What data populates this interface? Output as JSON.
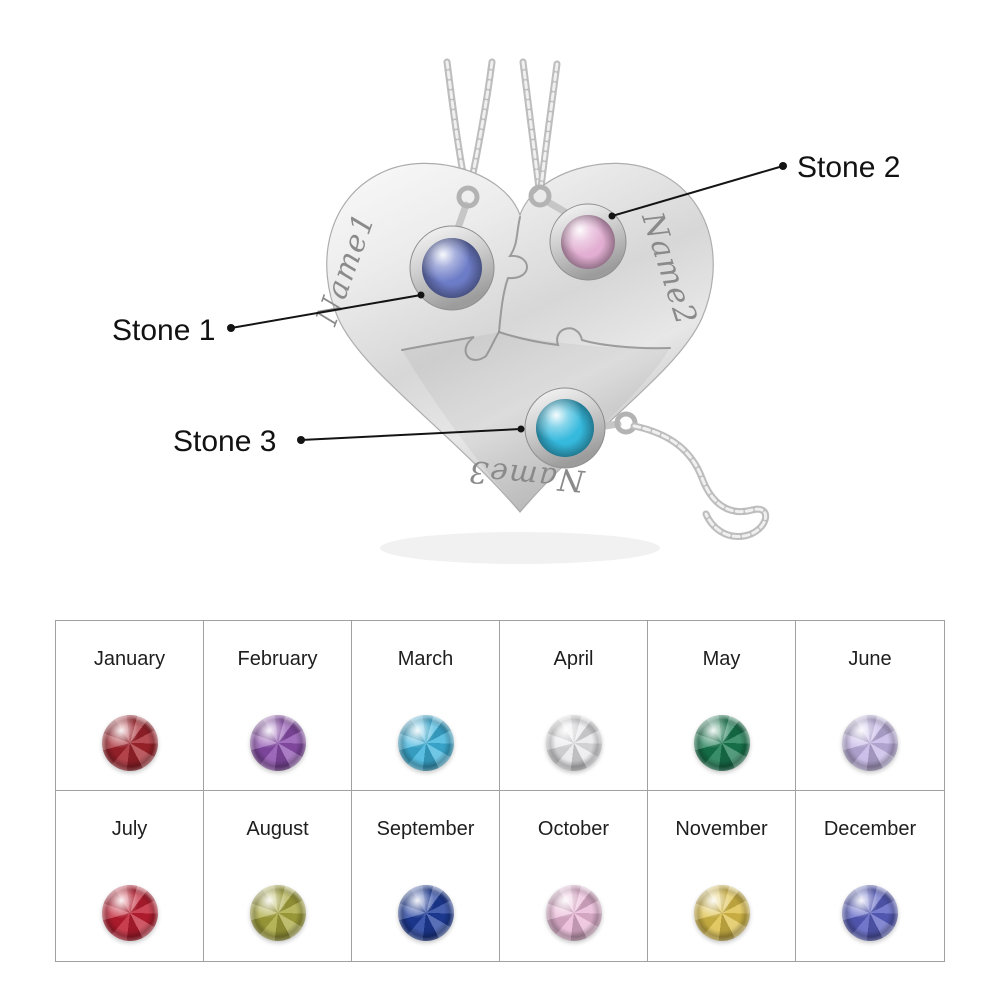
{
  "annotations": {
    "stone1": "Stone 1",
    "stone2": "Stone 2",
    "stone3": "Stone 3"
  },
  "pendant": {
    "engravings": [
      "Name1",
      "Name2",
      "Name3"
    ],
    "stones": [
      {
        "name": "stone-1",
        "color": "#6d7cc7"
      },
      {
        "name": "stone-2",
        "color": "#e2aed2"
      },
      {
        "name": "stone-3",
        "color": "#35b9dd"
      }
    ]
  },
  "birthstones": [
    {
      "month": "January",
      "color": "#a5242d"
    },
    {
      "month": "February",
      "color": "#8c4fae"
    },
    {
      "month": "March",
      "color": "#3eb3dc"
    },
    {
      "month": "April",
      "color": "#e9e9ec"
    },
    {
      "month": "May",
      "color": "#187a50"
    },
    {
      "month": "June",
      "color": "#c4b6e6"
    },
    {
      "month": "July",
      "color": "#c01f32"
    },
    {
      "month": "August",
      "color": "#a9a83e"
    },
    {
      "month": "September",
      "color": "#1f3e9e"
    },
    {
      "month": "October",
      "color": "#eab8d7"
    },
    {
      "month": "November",
      "color": "#ddc04a"
    },
    {
      "month": "December",
      "color": "#5a60c2"
    }
  ]
}
